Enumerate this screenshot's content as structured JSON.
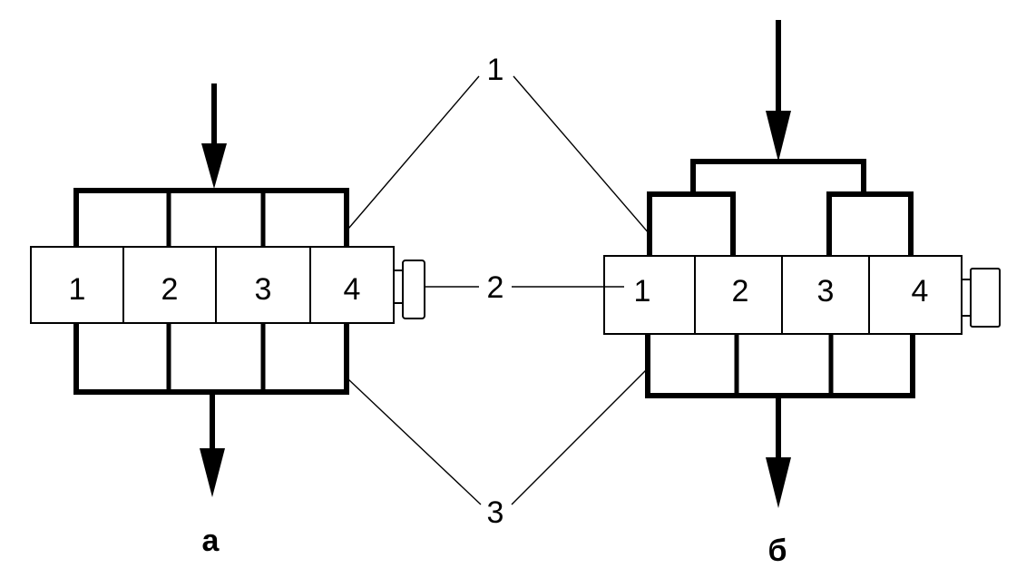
{
  "diagram_a": {
    "caption": "а",
    "cells": [
      "1",
      "2",
      "3",
      "4"
    ]
  },
  "diagram_b": {
    "caption": "б",
    "cells": [
      "1",
      "2",
      "3",
      "4"
    ]
  },
  "callouts": {
    "top": "1",
    "middle": "2",
    "bottom": "3"
  }
}
